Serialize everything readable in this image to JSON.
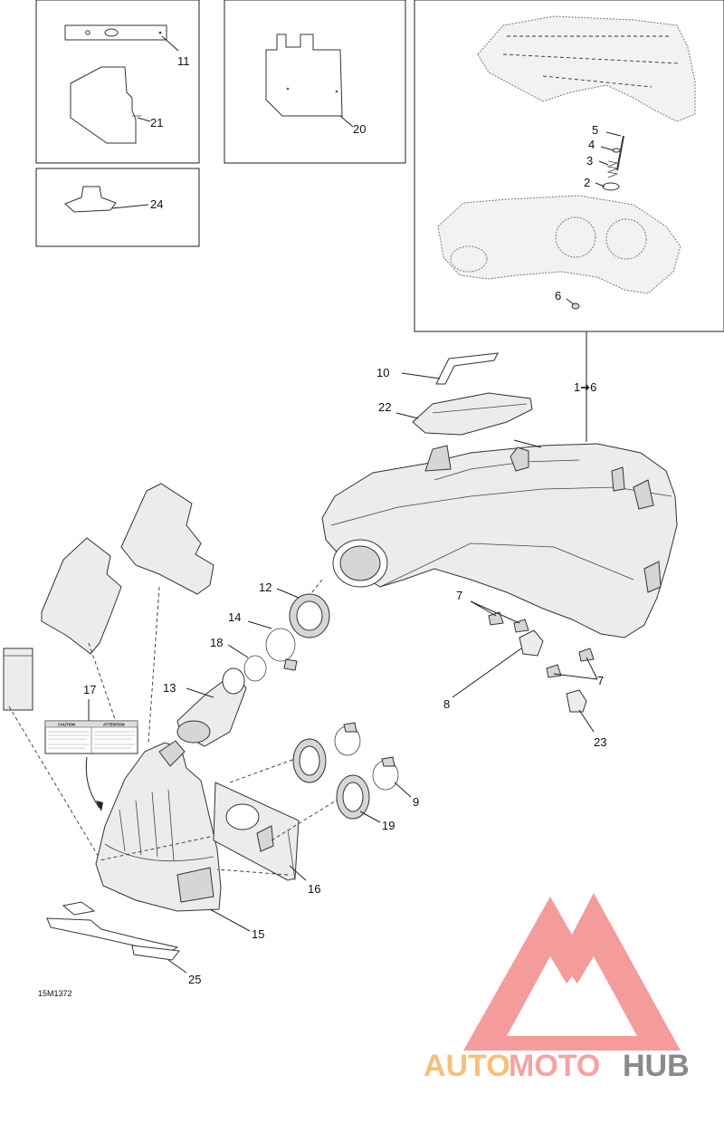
{
  "figure_ref": "15M1372",
  "callouts": {
    "c2": "2",
    "c3": "3",
    "c4": "4",
    "c5": "5",
    "c6": "6",
    "c1to6": "1➔6",
    "c7a": "7",
    "c7b": "7",
    "c8": "8",
    "c9": "9",
    "c10": "10",
    "c11": "11",
    "c12": "12",
    "c13": "13",
    "c14": "14",
    "c15": "15",
    "c16": "16",
    "c17": "17",
    "c18": "18",
    "c19": "19",
    "c20": "20",
    "c21": "21",
    "c22": "22",
    "c23": "23",
    "c24": "24",
    "c25": "25"
  },
  "warning_label": {
    "left_heading": "CAUTION",
    "right_heading": "ATTENTION"
  },
  "watermark": {
    "word_auto": "AUTO",
    "word_moto": "MOTO",
    "word_hub": "HUB",
    "colors": {
      "auto": "#f5c07a",
      "moto": "#f4a3a3",
      "hub": "#8a8a8a",
      "logo": "#f28b8b"
    }
  }
}
